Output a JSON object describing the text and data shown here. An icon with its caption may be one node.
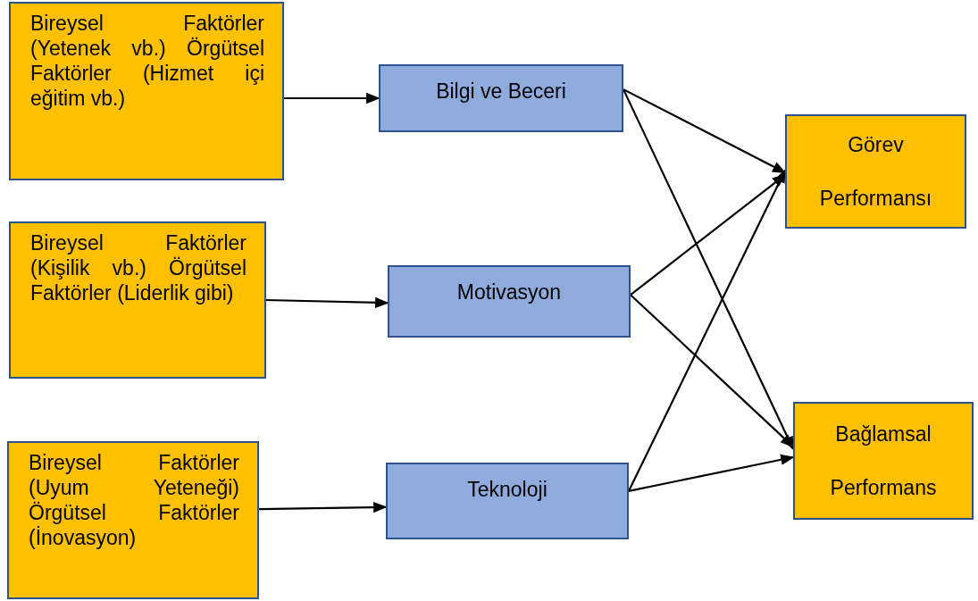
{
  "diagram": {
    "nodes": [
      {
        "text": [
          "Bireysel Faktörler (Yetenek vb.) Örgütsel Faktörler (Hizmet içi eğitim vb.)"
        ]
      },
      {
        "text": [
          "Bireysel Faktörler (Kişilik vb.) Örgütsel Faktörler (Liderlik gibi)"
        ]
      },
      {
        "text": [
          "Bireysel Faktörler (Uyum Yeteneği) Örgütsel Faktörler (İnovasyon)"
        ]
      },
      {
        "text": [
          "Bilgi ve Beceri"
        ]
      },
      {
        "text": [
          "Motivasyon"
        ]
      },
      {
        "text": [
          "Teknoloji"
        ]
      },
      {
        "text": [
          "Görev Performansı"
        ]
      },
      {
        "text": [
          "Bağlamsal Performans"
        ]
      }
    ],
    "edges": [
      {
        "from": 0,
        "to": 3,
        "arrow": "to"
      },
      {
        "from": 1,
        "to": 4,
        "arrow": "to"
      },
      {
        "from": 2,
        "to": 5,
        "arrow": "to"
      },
      {
        "from": 3,
        "to": 6,
        "arrow": "to"
      },
      {
        "from": 3,
        "to": 7,
        "arrow": "to"
      },
      {
        "from": 4,
        "to": 6,
        "arrow": "to"
      },
      {
        "from": 4,
        "to": 7,
        "arrow": "to"
      },
      {
        "from": 5,
        "to": 6,
        "arrow": "to"
      },
      {
        "from": 5,
        "to": 7,
        "arrow": "to"
      }
    ]
  }
}
